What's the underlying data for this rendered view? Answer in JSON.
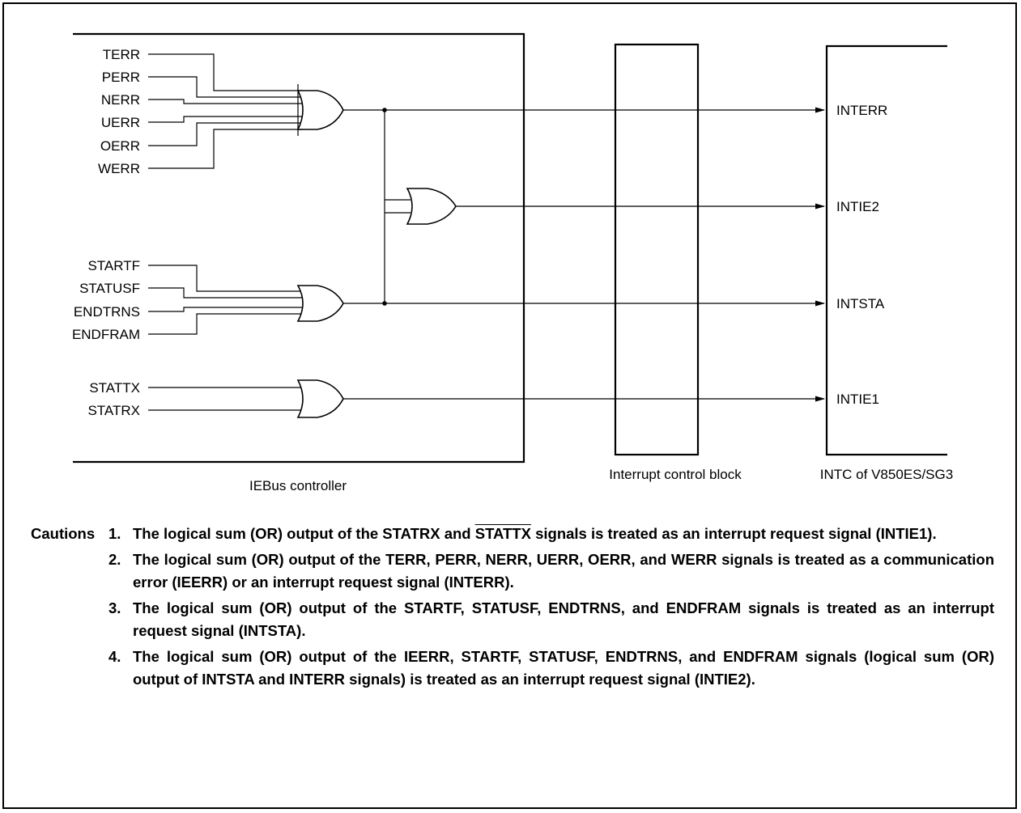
{
  "diagram": {
    "error_inputs": [
      "TERR",
      "PERR",
      "NERR",
      "UERR",
      "OERR",
      "WERR"
    ],
    "status_inputs": [
      "STARTF",
      "STATUSF",
      "ENDTRNS",
      "ENDFRAM"
    ],
    "transfer_inputs": [
      "STATTX",
      "STATRX"
    ],
    "outputs": [
      "INTERR",
      "INTIE2",
      "INTSTA",
      "INTIE1"
    ],
    "blocks": {
      "controller": "IEBus controller",
      "interrupt_control": "Interrupt control block",
      "intc": "INTC of V850ES/SG3"
    }
  },
  "cautions": {
    "prefix": "Cautions",
    "items": [
      {
        "num": "1.",
        "text_before": "The logical sum (OR) output of the STATRX and ",
        "overline": "STATTX",
        "text_after": " signals is treated as an interrupt request signal (INTIE1)."
      },
      {
        "num": "2.",
        "text_before": "The logical sum (OR) output of the TERR, PERR, NERR, UERR, OERR, and WERR signals is treated as a communication error (IEERR) or an interrupt request signal (INTERR).",
        "overline": "",
        "text_after": ""
      },
      {
        "num": "3.",
        "text_before": "The logical sum (OR) output of the STARTF, STATUSF, ENDTRNS, and ENDFRAM signals is treated as an interrupt request signal (INTSTA).",
        "overline": "",
        "text_after": ""
      },
      {
        "num": "4.",
        "text_before": "The logical sum (OR) output of the IEERR, STARTF, STATUSF, ENDTRNS, and ENDFRAM signals (logical sum (OR) output of INTSTA and INTERR signals) is treated as an interrupt request signal (INTIE2).",
        "overline": "",
        "text_after": ""
      }
    ]
  }
}
